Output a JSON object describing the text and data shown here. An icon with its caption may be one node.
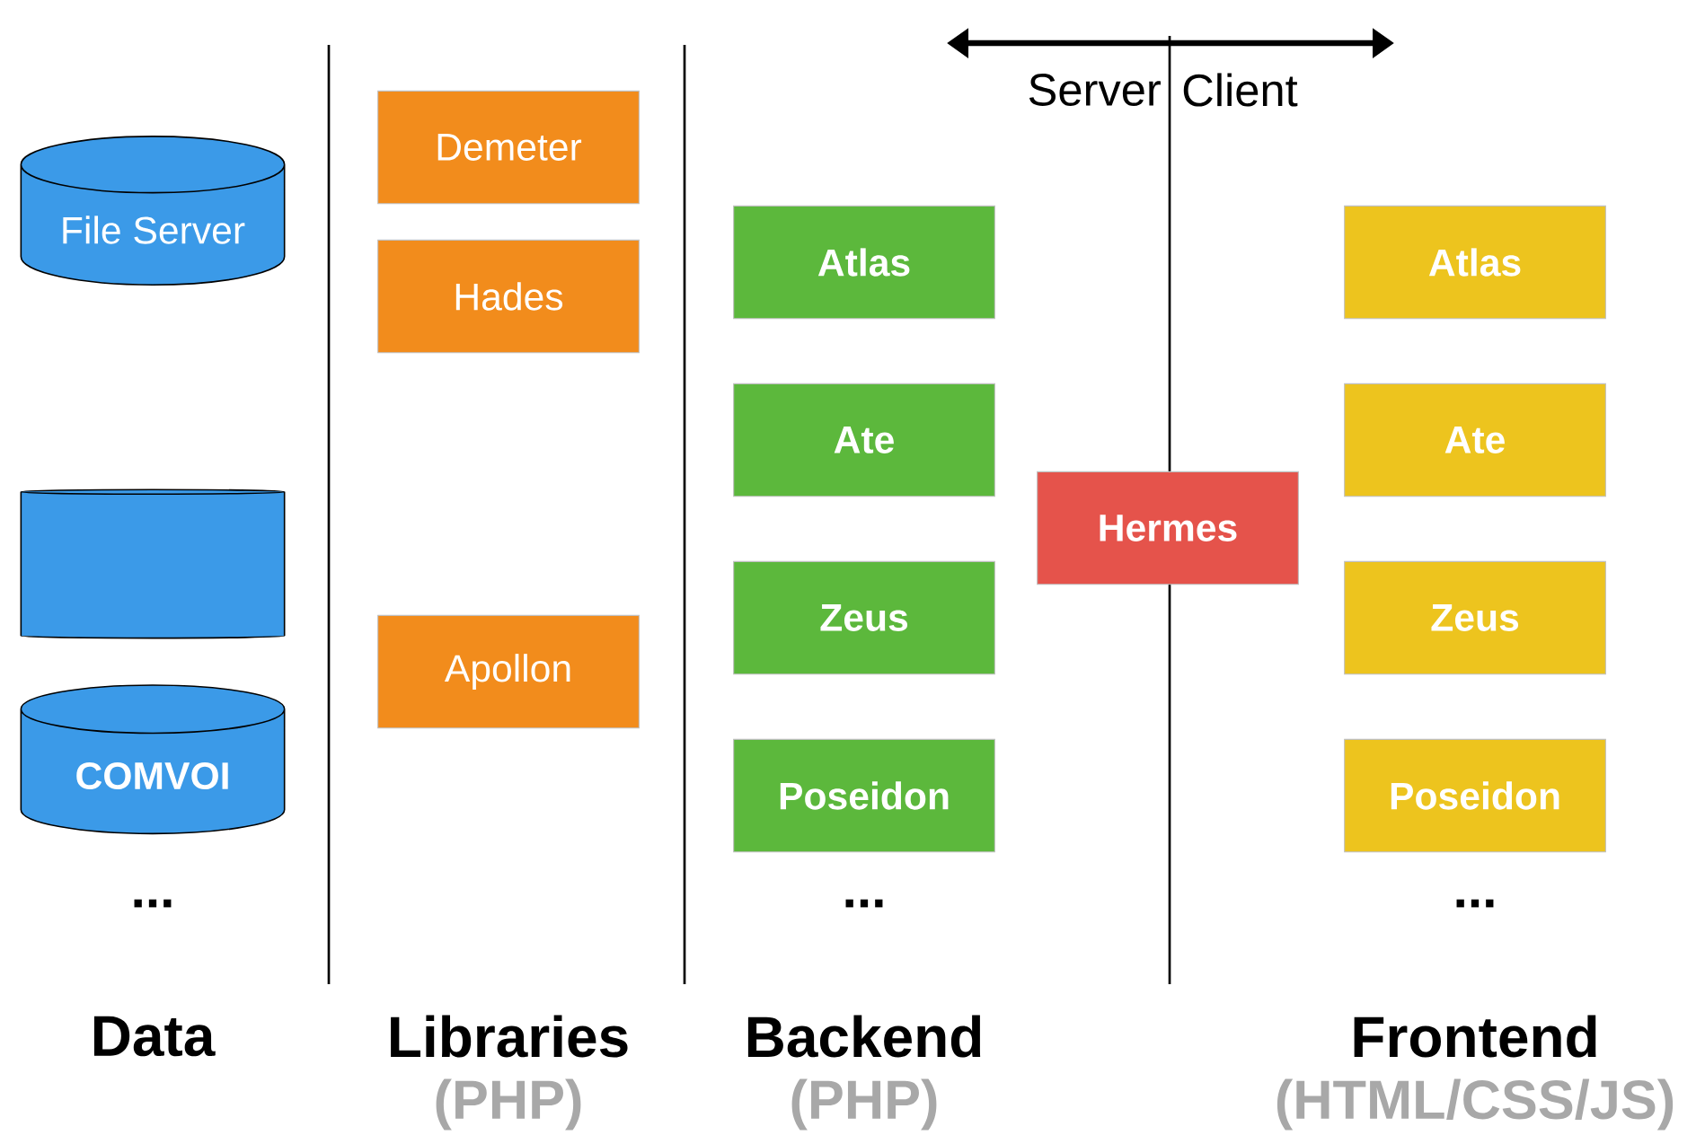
{
  "diagram": {
    "nodes": [
      {
        "text": [
          "File Server"
        ]
      },
      {
        "text": [],
        "shape": "cylinder"
      },
      {
        "text": [
          "COMVOI"
        ]
      },
      {
        "text": [
          "Demeter"
        ]
      },
      {
        "text": [
          "Hades"
        ]
      },
      {
        "text": [
          "Apollon"
        ]
      },
      {
        "text": [
          "Atlas"
        ]
      },
      {
        "text": [
          "Ate"
        ]
      },
      {
        "text": [
          "Zeus"
        ]
      },
      {
        "text": [
          "Poseidon"
        ]
      },
      {
        "text": [
          "Hermes"
        ]
      },
      {
        "text": [
          "Atlas"
        ]
      },
      {
        "text": [
          "Ate"
        ]
      },
      {
        "text": [
          "Zeus"
        ]
      },
      {
        "text": [
          "Poseidon"
        ]
      }
    ],
    "labels": [
      "Server",
      "Client",
      "...",
      "...",
      "...",
      "Data",
      "Libraries",
      "Backend",
      "Frontend",
      "(PHP)",
      "(PHP)",
      "(HTML/CSS/JS)"
    ]
  }
}
